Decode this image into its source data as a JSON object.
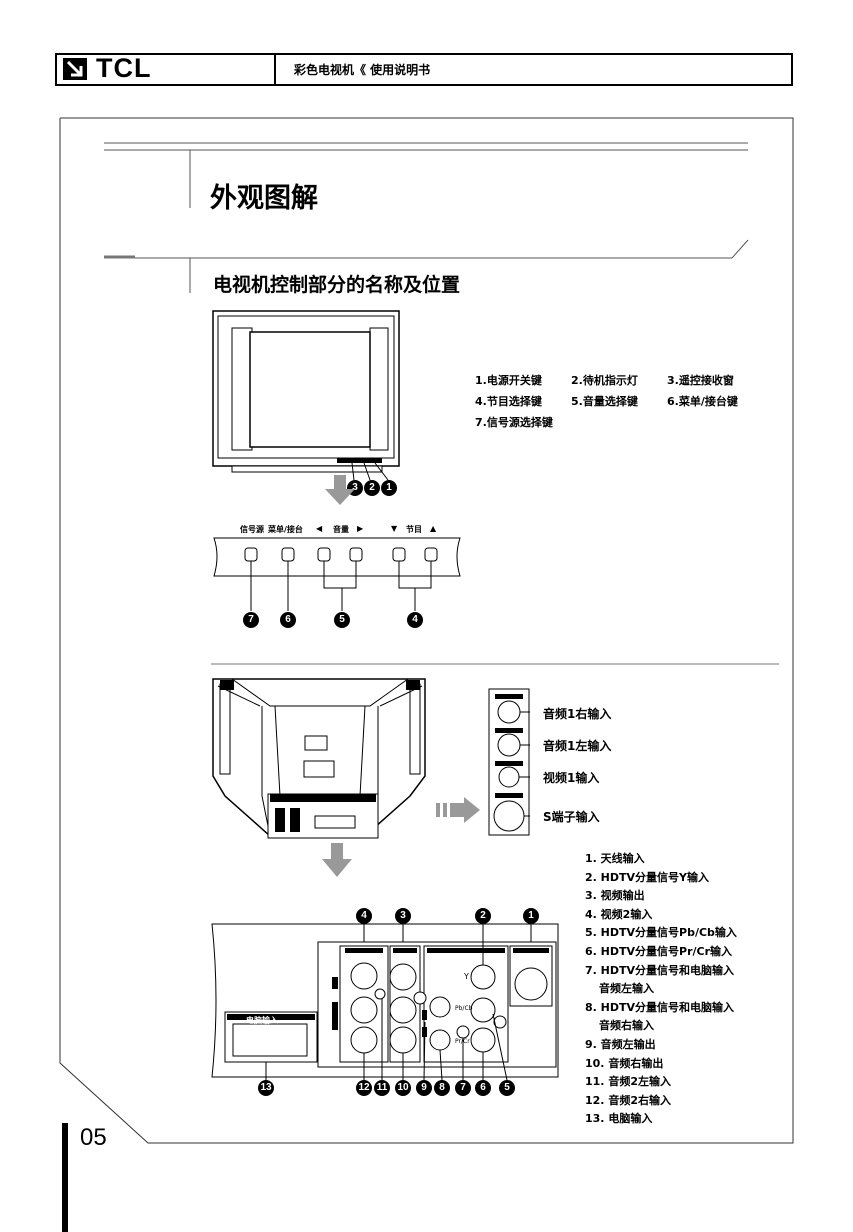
{
  "header": {
    "brand": "TCL",
    "title": "彩色电视机《 使用说明书"
  },
  "section": {
    "title": "外观图解",
    "subtitle": "电视机控制部分的名称及位置"
  },
  "front_legend": [
    "1.电源开关键",
    "2.待机指示灯",
    "3.遥控接收窗",
    "4.节目选择键",
    "5.音量选择键",
    "6.菜单/接台键",
    "7.信号源选择键"
  ],
  "front_callouts": [
    "3",
    "2",
    "1"
  ],
  "panel": {
    "labels": [
      "信号源",
      "菜单/接台",
      "◀",
      "音量",
      "▶",
      "▼",
      "节目",
      "▲"
    ],
    "numbers": [
      "7",
      "6",
      "5",
      "4"
    ]
  },
  "side_panel": {
    "labels": [
      "音频1右输入",
      "音频1左输入",
      "视频1输入",
      "S端子输入"
    ]
  },
  "rear_list": [
    "1. 天线输入",
    "2. HDTV分量信号Y输入",
    "3. 视频输出",
    "4. 视频2输入",
    "5. HDTV分量信号Pb/Cb输入",
    "6. HDTV分量信号Pr/Cr输入",
    "7. HDTV分量信号和电脑输入",
    "音频左输入",
    "8. HDTV分量信号和电脑输入",
    "音频右输入",
    "9. 音频左输出",
    "10. 音频右输出",
    "11. 音频2左输入",
    "12. 音频2右输入",
    "13. 电脑输入"
  ],
  "rear_panel": {
    "top_numbers": [
      "4",
      "3",
      "2",
      "1"
    ],
    "bottom_numbers": [
      "12",
      "11",
      "10",
      "9",
      "8",
      "7",
      "6",
      "5"
    ],
    "pc_number": "13",
    "pc_label": "电脑输入",
    "y_label": "Y",
    "pb_label": "Pb/Cb",
    "pr_label": "Pr/Cr"
  },
  "page_number": "05"
}
